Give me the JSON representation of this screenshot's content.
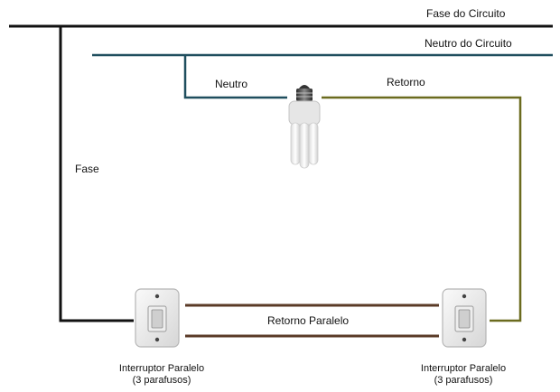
{
  "labels": {
    "fase_circuito": "Fase do Circuito",
    "neutro_circuito": "Neutro do Circuito",
    "neutro": "Neutro",
    "retorno": "Retorno",
    "fase": "Fase",
    "retorno_paralelo": "Retorno Paralelo"
  },
  "switches": [
    {
      "line1": "Interruptor Paralelo",
      "line2": "(3 parafusos)"
    },
    {
      "line1": "Interruptor Paralelo",
      "line2": "(3 parafusos)"
    }
  ],
  "colors": {
    "fase": "#111111",
    "neutro": "#1f4e5e",
    "retorno": "#6b6b1f",
    "retorno_paralelo": "#5a3a26"
  },
  "icons": [
    "cfl-bulb-icon",
    "wall-switch-icon"
  ]
}
